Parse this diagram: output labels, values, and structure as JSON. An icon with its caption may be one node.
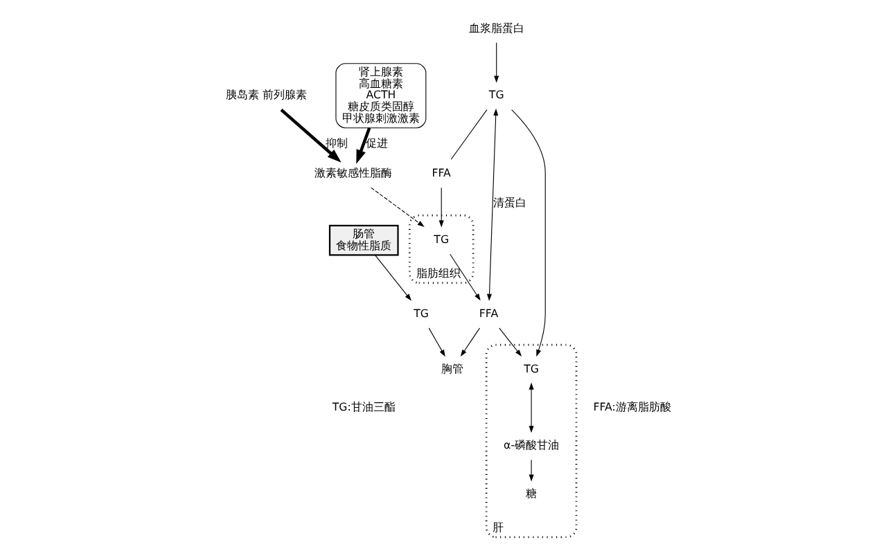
{
  "diagram": {
    "nodes": [
      {
        "text": [
          "肝"
        ]
      },
      {
        "text": [
          "TG"
        ],
        "in": 0
      },
      {
        "text": [
          "α-磷酸甘油"
        ],
        "in": 0
      },
      {
        "text": [
          "糖"
        ],
        "in": 0
      },
      {
        "text": [
          "血浆脂蛋白"
        ]
      },
      {
        "text": [
          "TG"
        ]
      },
      {
        "text": [
          "FFA"
        ]
      },
      {
        "text": [
          "胸管"
        ]
      },
      {
        "text": [
          "TG"
        ]
      },
      {
        "text": [
          "肠管",
          "食物性脂质"
        ]
      },
      {
        "text": [
          "脂肪组织"
        ]
      },
      {
        "text": [
          "FFA"
        ]
      },
      {
        "text": [
          "TG"
        ],
        "in": 10
      },
      {
        "text": [
          "激素敏感性脂酶"
        ]
      },
      {
        "text": [
          "肾上腺素",
          "高血糖素",
          "ACTH",
          "糖皮质类固醇",
          "甲状腺刺激激素"
        ]
      },
      {
        "text": [
          "胰岛素 前列腺素"
        ]
      }
    ],
    "edges": [
      {
        "from": 4,
        "to": 5,
        "arrow": "to"
      },
      {
        "from": 5,
        "to": 11,
        "arrow": "none"
      },
      {
        "from": 11,
        "to": 12,
        "arrow": "to"
      },
      {
        "from": 5,
        "to": 1,
        "arrow": "to"
      },
      {
        "from": 5,
        "to": 6,
        "arrow": "both",
        "label": "清蛋白"
      },
      {
        "from": 6,
        "to": 1,
        "arrow": "to"
      },
      {
        "from": 12,
        "to": 6,
        "arrow": "to"
      },
      {
        "from": 1,
        "to": 2,
        "arrow": "both"
      },
      {
        "from": 2,
        "to": 3,
        "arrow": "to"
      },
      {
        "from": 6,
        "to": 7,
        "arrow": "to"
      },
      {
        "from": 8,
        "to": 7,
        "arrow": "to"
      },
      {
        "from": 9,
        "to": 8,
        "arrow": "to"
      },
      {
        "from": 13,
        "to": 12,
        "arrow": "to",
        "style": "dashed"
      },
      {
        "from": 14,
        "to": 13,
        "arrow": "to",
        "style": "thick",
        "label": "促进"
      },
      {
        "from": 15,
        "to": 13,
        "arrow": "to",
        "style": "thick",
        "label": "抑制"
      }
    ],
    "labels": [
      "TG:甘油三酯",
      "FFA:游离脂肪酸"
    ]
  }
}
